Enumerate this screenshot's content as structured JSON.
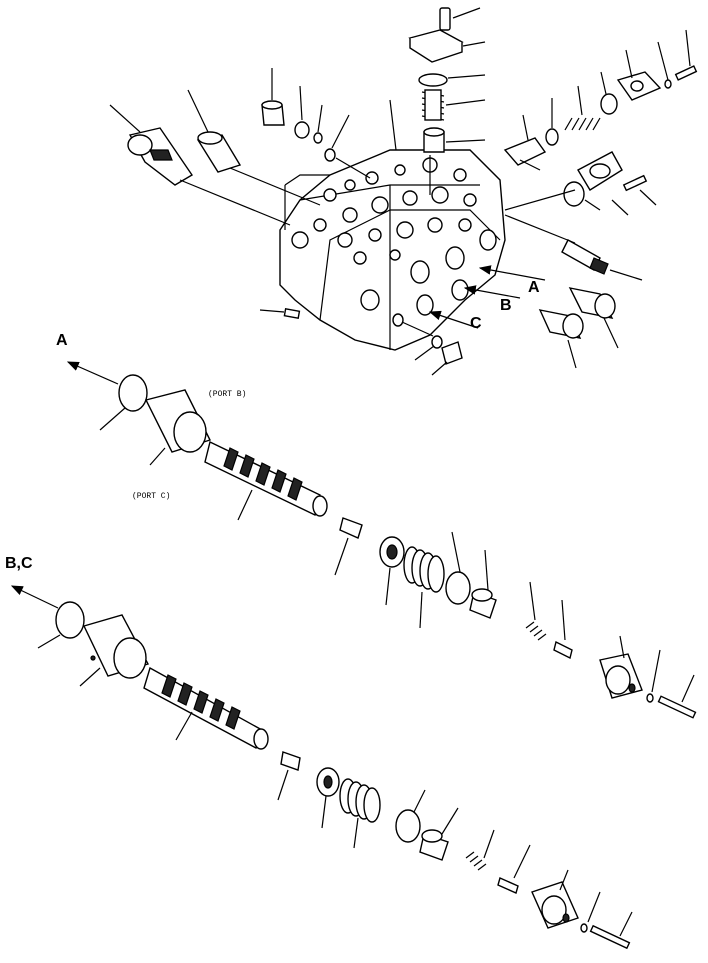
{
  "labels": {
    "arrow_a_main": "A",
    "arrow_b_main": "B",
    "arrow_c_main": "C",
    "section_a": "A",
    "section_bc": "B,C",
    "port_b": "(PORT B)",
    "port_c": "(PORT C)"
  }
}
